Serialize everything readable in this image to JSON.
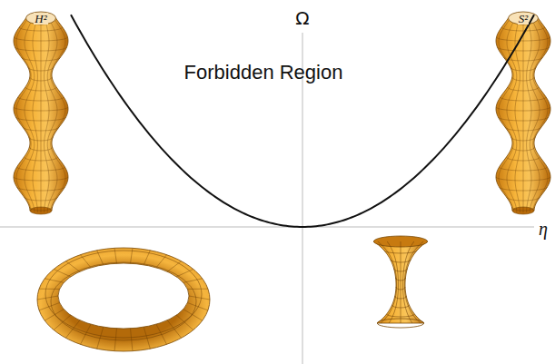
{
  "diagram": {
    "labels": [
      "Ω",
      "Forbidden Region",
      "H²",
      "S²",
      "η"
    ]
  }
}
